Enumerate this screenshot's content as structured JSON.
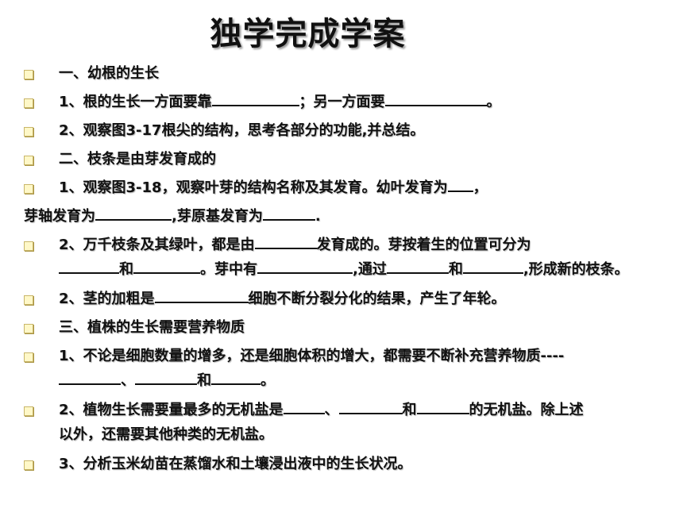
{
  "title": "独学完成学案",
  "items": [
    {
      "t1": "一、幼根的生长"
    },
    {
      "t1": "1、根的生长一方面要靠",
      "t2": "；另一方面要",
      "t3": "。"
    },
    {
      "t1": "2、观察图3-17根尖的结构，思考各部分的功能,并总结。"
    },
    {
      "t1": "二、枝条是由芽发育成的"
    },
    {
      "t1": "1、观察图3-18，观察叶芽的结构名称及其发育。幼叶发育为",
      "t2": "，"
    },
    {
      "t1": "芽轴发育为",
      "t2": ",芽原基发育为",
      "t3": "."
    },
    {
      "t1": "2、万千枝条及其绿叶，都是由",
      "t2": "发育成的。芽按着生的位置可分为"
    },
    {
      "t1": "和",
      "t2": "。芽中有",
      "t3": ",通过",
      "t4": "和",
      "t5": ",形成新的枝条。"
    },
    {
      "t1": "2、茎的加粗是",
      "t2": "细胞不断分裂分化的结果，产生了年轮。"
    },
    {
      "t1": "三、植株的生长需要营养物质"
    },
    {
      "t1": "1、不论是细胞数量的增多，还是细胞体积的增大，都需要不断补充营养物质----"
    },
    {
      "t1": "、",
      "t2": "和",
      "t3": "。"
    },
    {
      "t1": "2、植物生长需要量最多的无机盐是",
      "t2": "、",
      "t3": "和",
      "t4": "的无机盐。除上述"
    },
    {
      "t1": "以外，还需要其他种类的无机盐。"
    },
    {
      "t1": "3、分析玉米幼苗在蒸馏水和土壤浸出液中的生长状况。"
    }
  ]
}
